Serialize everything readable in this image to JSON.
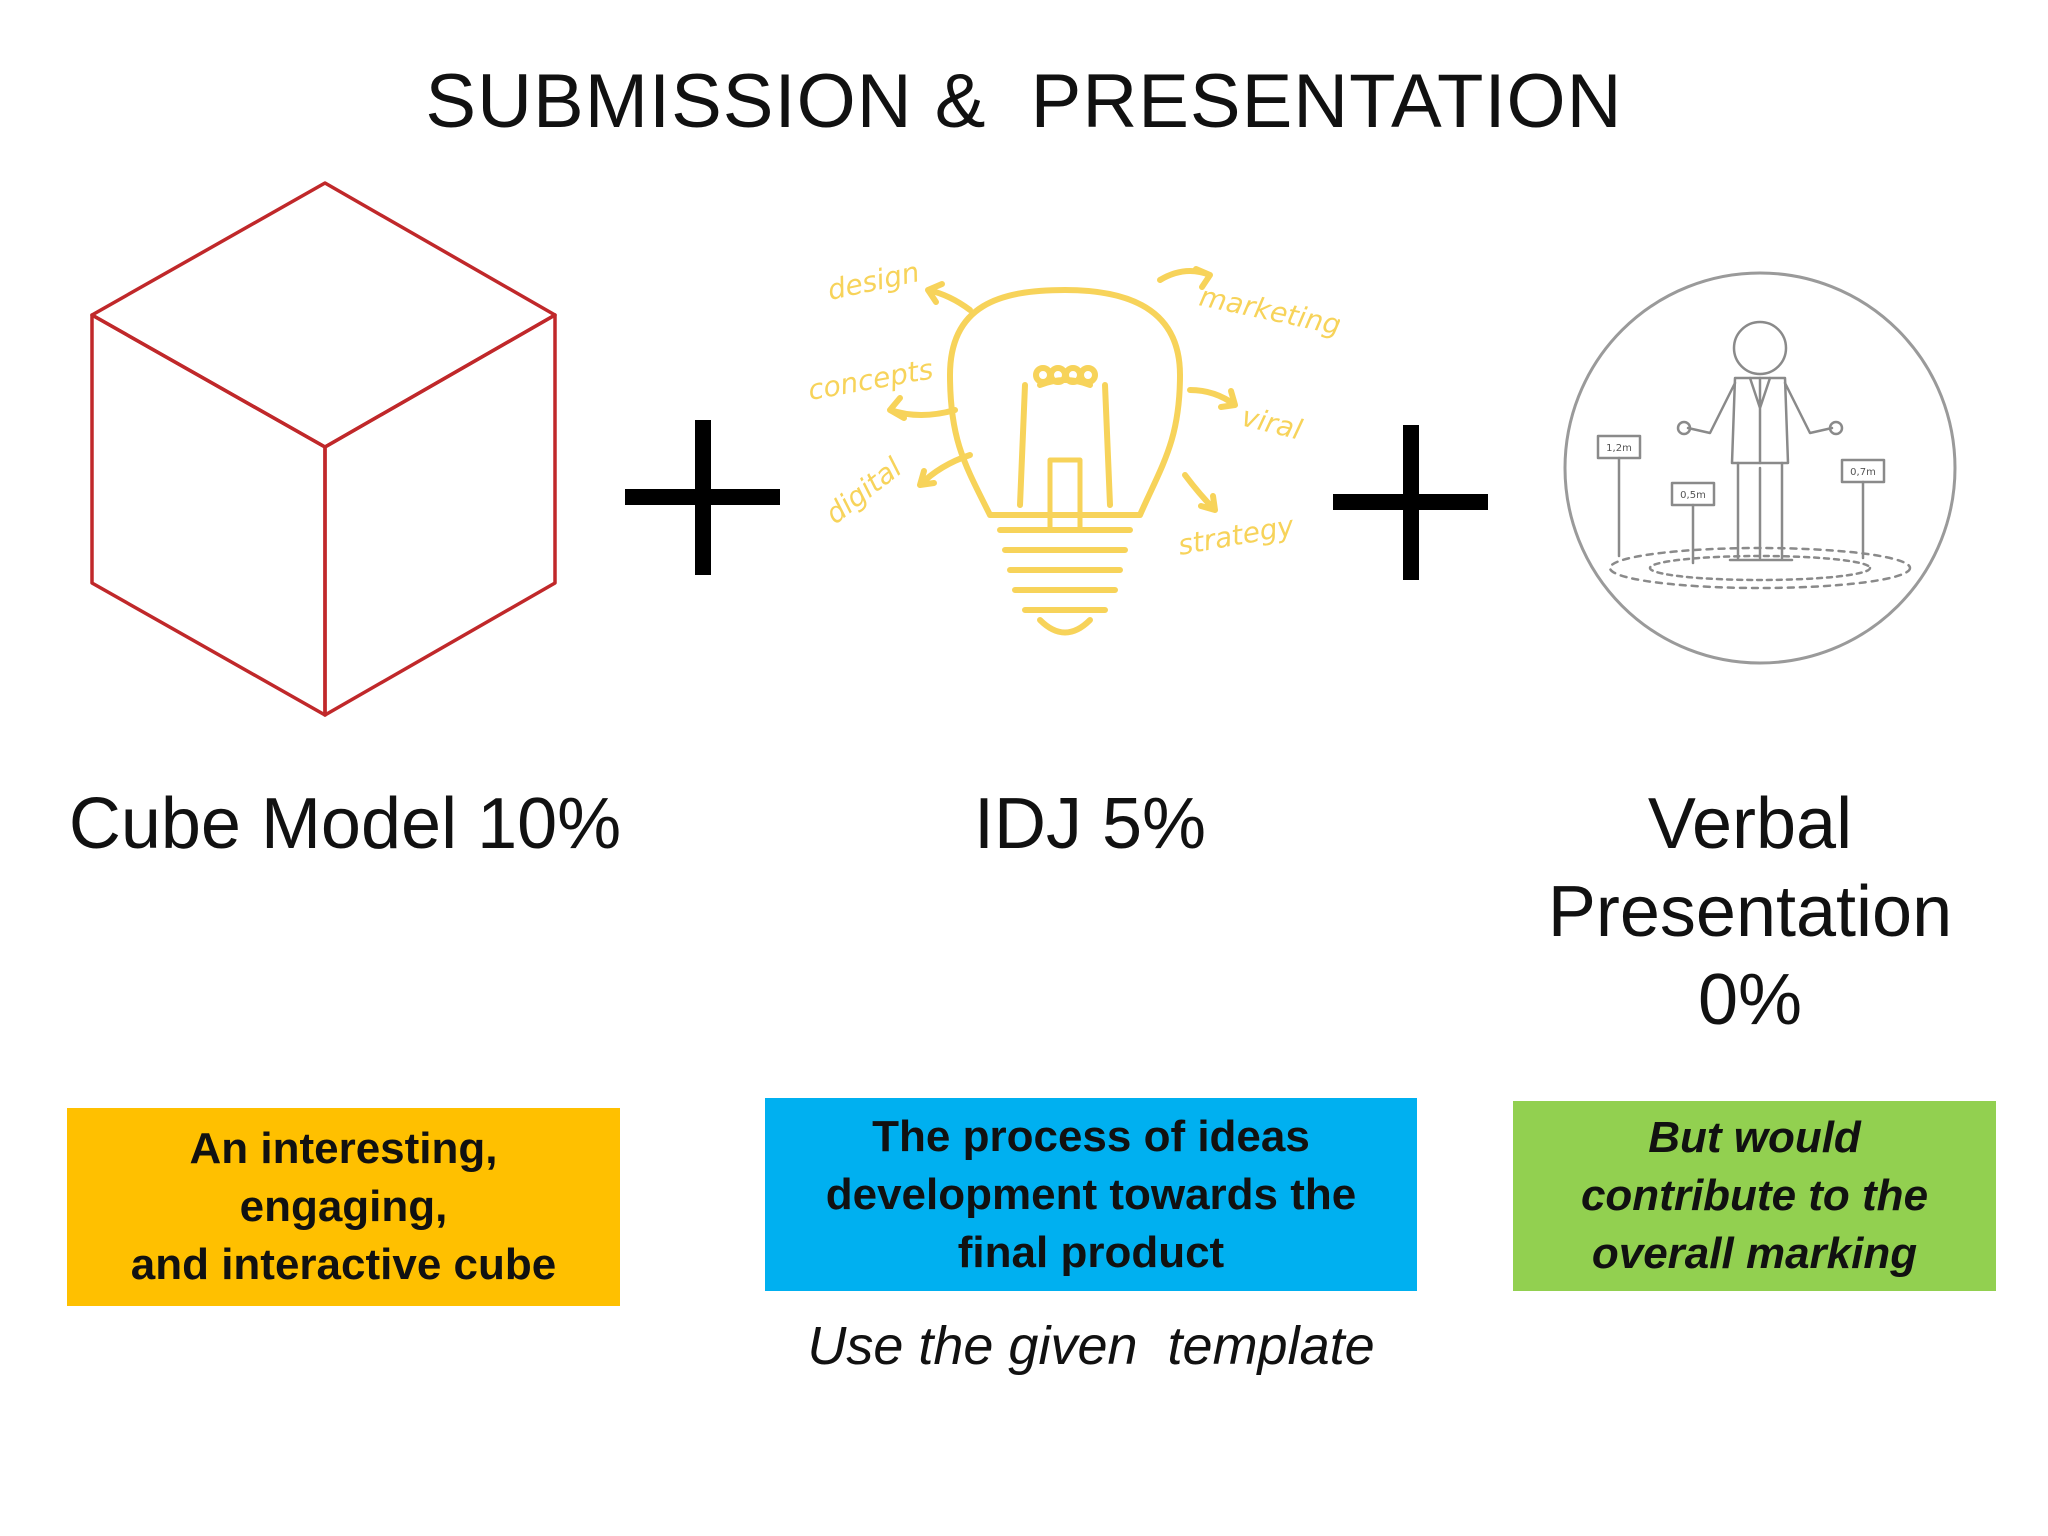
{
  "title": "SUBMISSION &  PRESENTATION",
  "items": [
    {
      "label": "Cube Model 10%",
      "box_text": "An interesting,\nengaging,\nand interactive cube",
      "box_color": "#FFC000"
    },
    {
      "label": "IDJ 5%",
      "box_text": "The process of ideas\ndevelopment  towards the\nfinal product",
      "box_color": "#00B0F0",
      "caption": "Use the given  template"
    },
    {
      "label_lines": [
        "Verbal",
        "Presentation",
        "0%"
      ],
      "box_text": "But would\ncontribute to the\noverall marking",
      "box_color": "#92D050"
    }
  ],
  "bulb_words": [
    "design",
    "marketing",
    "concepts",
    "viral",
    "digital",
    "strategy"
  ],
  "person_tags": [
    "1,2m",
    "0,5m",
    "0,7m"
  ],
  "colors": {
    "cube": "#C0282A",
    "bulb": "#F7D35A",
    "circle": "#9A9A9A"
  }
}
